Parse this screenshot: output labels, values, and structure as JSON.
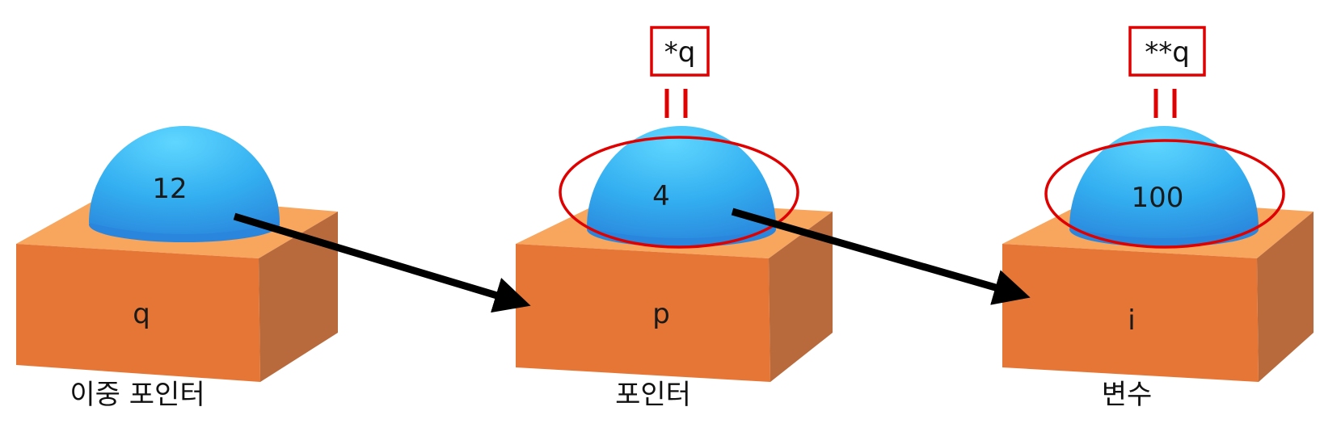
{
  "boxes": [
    {
      "value": "12",
      "name": "q",
      "caption": "이중 포인터"
    },
    {
      "value": "4",
      "name": "p",
      "caption": "포인터",
      "deref_label": "*q"
    },
    {
      "value": "100",
      "name": "i",
      "caption": "변수",
      "deref_label": "**q"
    }
  ],
  "colors": {
    "box_front": "#e67635",
    "box_top": "#f8a55e",
    "box_side": "#b96a3c",
    "dome": "#2fa6ec",
    "highlight": "#e00000",
    "arrow": "#000000"
  }
}
